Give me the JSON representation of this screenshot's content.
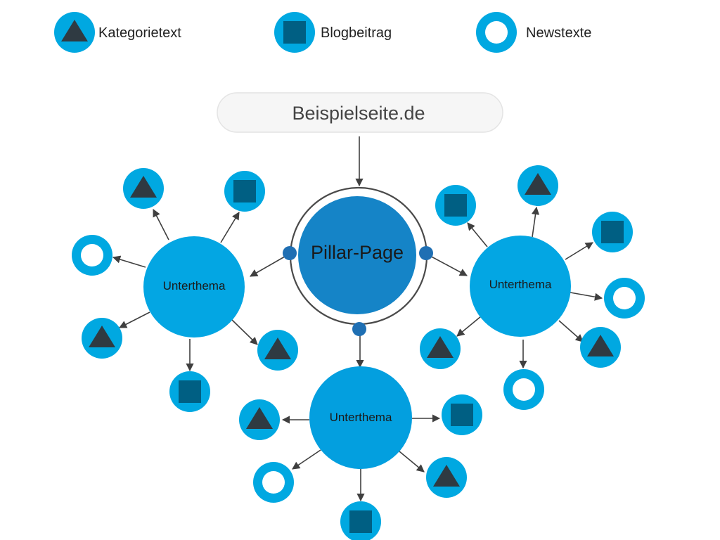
{
  "legend": {
    "kategorie": "Kategorietext",
    "blog": "Blogbeitrag",
    "news": "Newstexte"
  },
  "root": {
    "label": "Beispielseite.de"
  },
  "pillar": {
    "label": "Pillar-Page"
  },
  "subtopics": {
    "left": "Unterthema",
    "right": "Unterthema",
    "bottom": "Unterthema"
  },
  "colors": {
    "node_fill": "#00a8e1",
    "hub_fill": "#039fdf",
    "pillar_fill": "#1584c7",
    "connector_dot": "#1f6fb3",
    "triangle": "#2f3a42",
    "square": "#005f83",
    "root_fill": "#f6f6f6"
  }
}
